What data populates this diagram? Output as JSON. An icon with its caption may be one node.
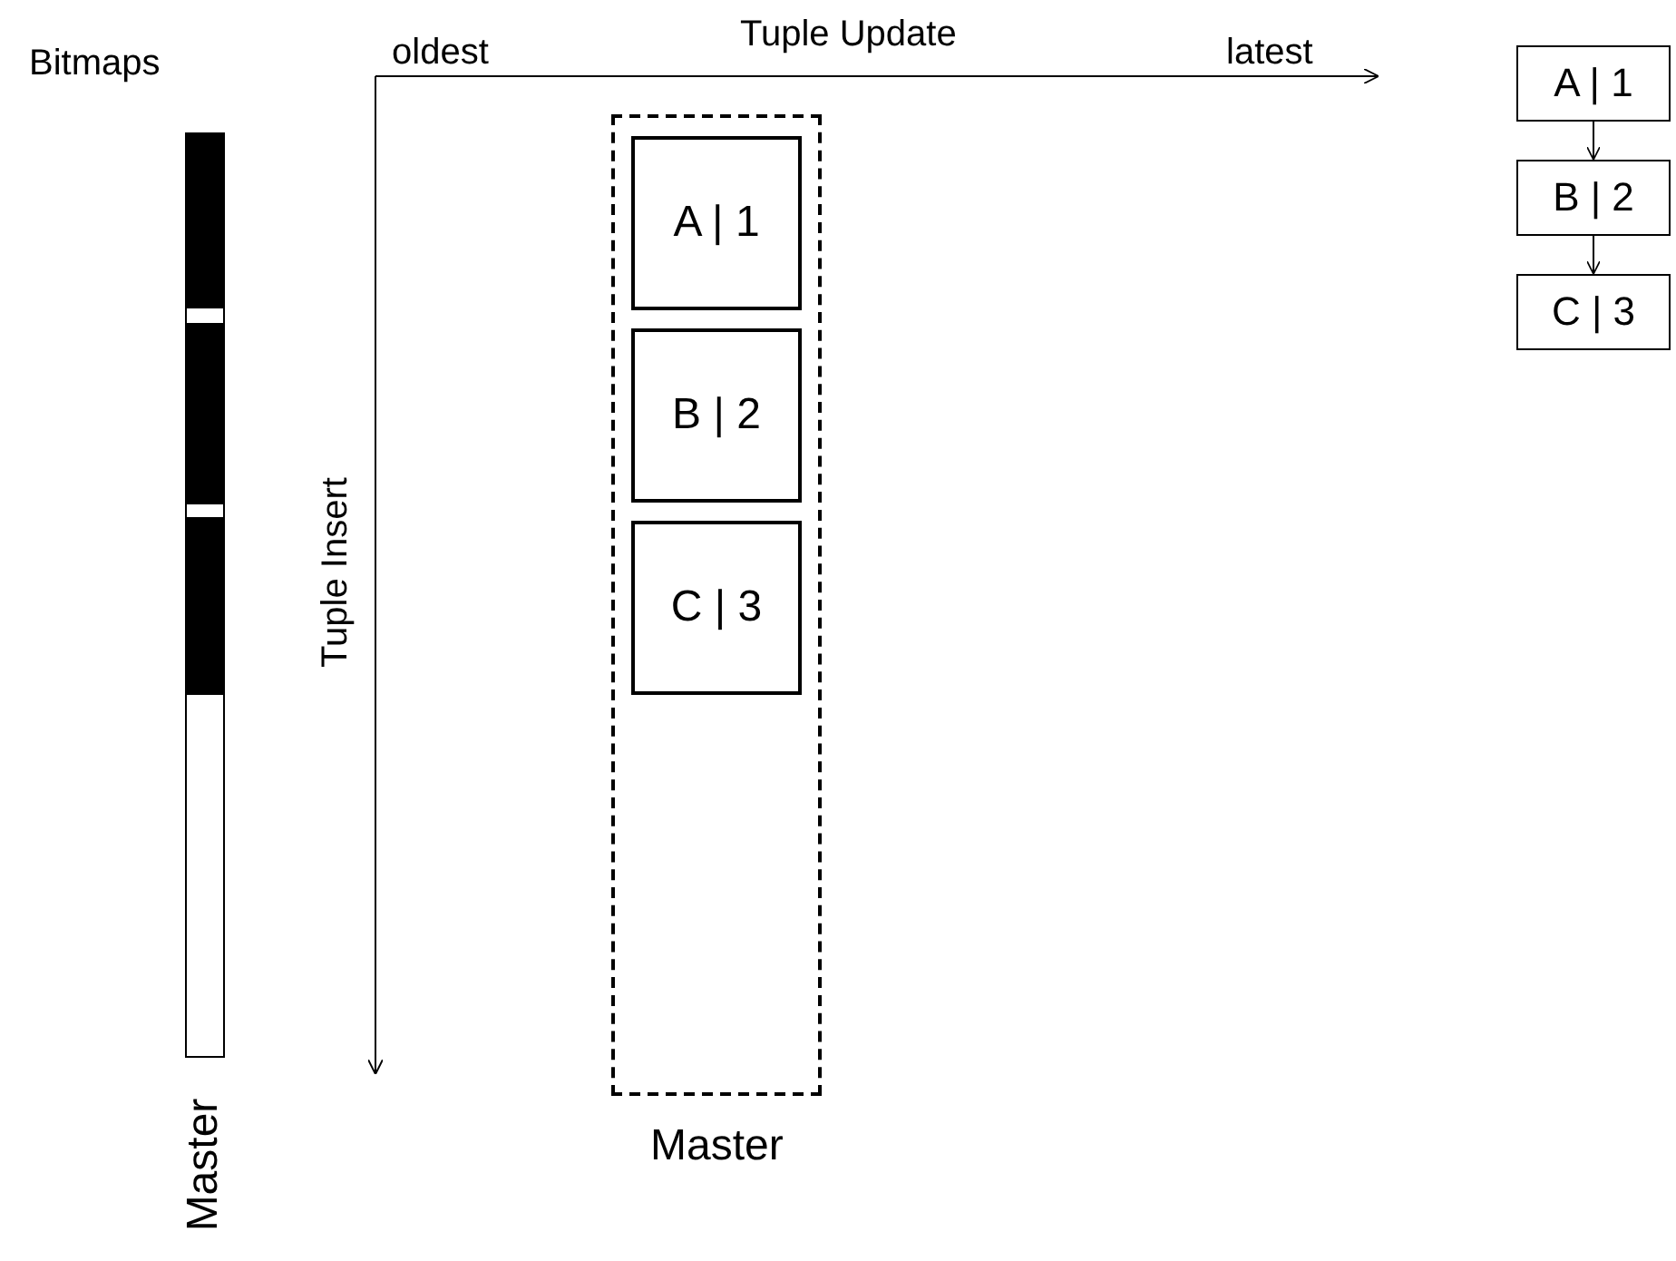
{
  "diagram": {
    "nodes": [
      {
        "text": [
          "Master"
        ]
      },
      {
        "text": [
          "Master"
        ]
      },
      {
        "text": [
          "A | 1"
        ],
        "in": 1
      },
      {
        "text": [
          "B | 2"
        ],
        "in": 1
      },
      {
        "text": [
          "C | 3"
        ],
        "in": 1
      },
      {
        "text": [
          "A | 1"
        ]
      },
      {
        "text": [
          "B | 2"
        ]
      },
      {
        "text": [
          "C | 3"
        ]
      }
    ],
    "edges": [
      {
        "from": 5,
        "to": 6,
        "arrow": "to"
      },
      {
        "from": 6,
        "to": 7,
        "arrow": "to"
      }
    ],
    "labels": [
      "Bitmaps",
      "oldest",
      "Tuple Update",
      "latest",
      "Tuple Insert"
    ]
  }
}
